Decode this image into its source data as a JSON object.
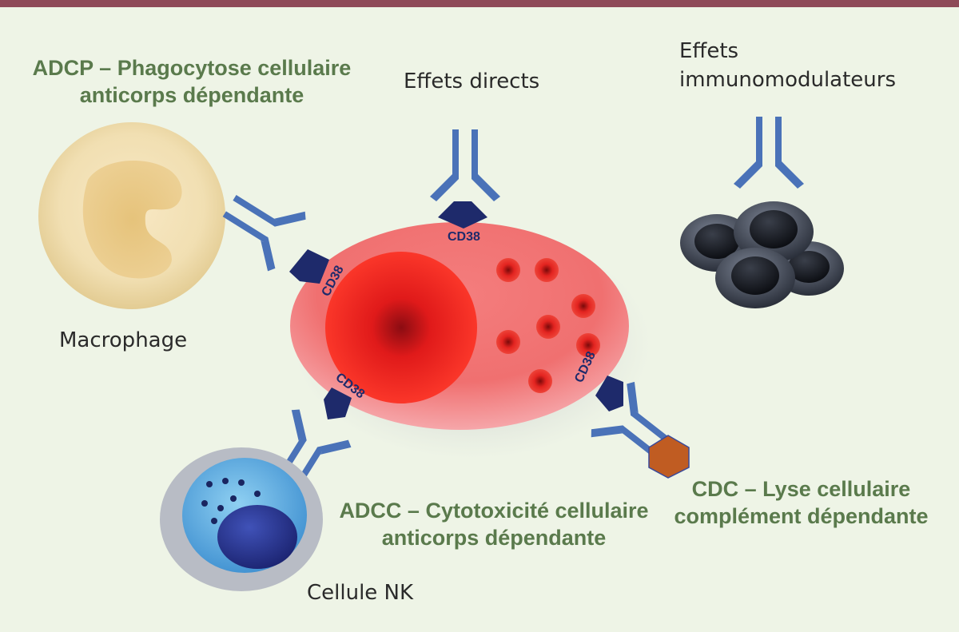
{
  "labels": {
    "adcp": [
      "ADCP – Phagocytose cellulaire",
      "anticorps dépendante"
    ],
    "direct": "Effets directs",
    "immuno": [
      "Effets",
      "immunomodulateurs"
    ],
    "macrophage": "Macrophage",
    "nk": "Cellule NK",
    "adcc": [
      "ADCC – Cytotoxicité cellulaire",
      "anticorps dépendante"
    ],
    "cdc": [
      "CDC – Lyse cellulaire",
      "complément dépendante"
    ]
  },
  "receptor": "CD38",
  "colors": {
    "antibody": "#4a72b8",
    "receptor": "#1e2a6b",
    "label_green": "#5a7a4c",
    "header_bar": "#8e4a58",
    "complement": "#c05c22",
    "cell_body": "#f06a6a",
    "nucleus": "#e8291f"
  },
  "icons": [
    "macrophage-cell",
    "nk-cell",
    "myeloma-cell",
    "immune-cells",
    "antibody",
    "complement"
  ]
}
